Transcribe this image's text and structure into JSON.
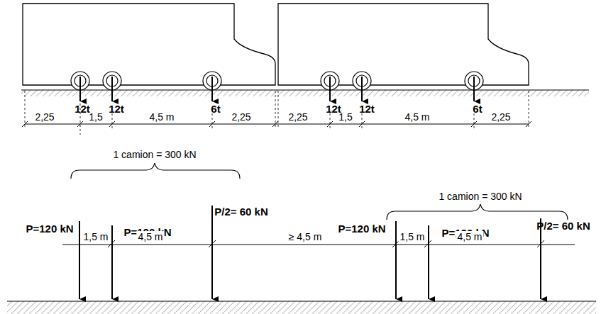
{
  "diagram": {
    "labels": [
      "12t",
      "12t",
      "6t",
      "12t",
      "12t",
      "6t",
      "2,25",
      "1,5",
      "4,5 m",
      "2,25",
      "2,25",
      "1,5",
      "4,5 m",
      "2,25",
      "1 camion = 300 kN",
      "1 camion = 300 kN",
      "P=120 kN",
      "P=120 kN",
      "P/2= 60 kN",
      "P=120 kN",
      "P=120 kN",
      "P/2= 60 kN",
      "1,5 m",
      "4,5 m",
      "≥ 4,5 m",
      "1,5 m",
      "4,5 m"
    ]
  }
}
